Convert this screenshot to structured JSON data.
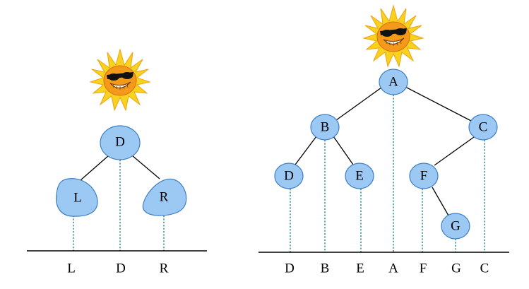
{
  "left_diagram": {
    "nodes": {
      "root": "D",
      "left": "L",
      "right": "R"
    },
    "baseline_labels": [
      "L",
      "D",
      "R"
    ],
    "sun_icon": "sun-with-sunglasses-icon"
  },
  "right_diagram": {
    "nodes": {
      "A": "A",
      "B": "B",
      "C": "C",
      "D": "D",
      "E": "E",
      "F": "F",
      "G": "G"
    },
    "baseline_labels": [
      "D",
      "B",
      "E",
      "A",
      "F",
      "G",
      "C"
    ],
    "sun_icon": "sun-with-sunglasses-icon"
  },
  "colors": {
    "node_fill": "#9cc8f4",
    "node_stroke": "#3d7fc4",
    "projection_line": "#127a7a",
    "sun_ray": "#f7d21e",
    "sun_face": "#f39a1b"
  }
}
